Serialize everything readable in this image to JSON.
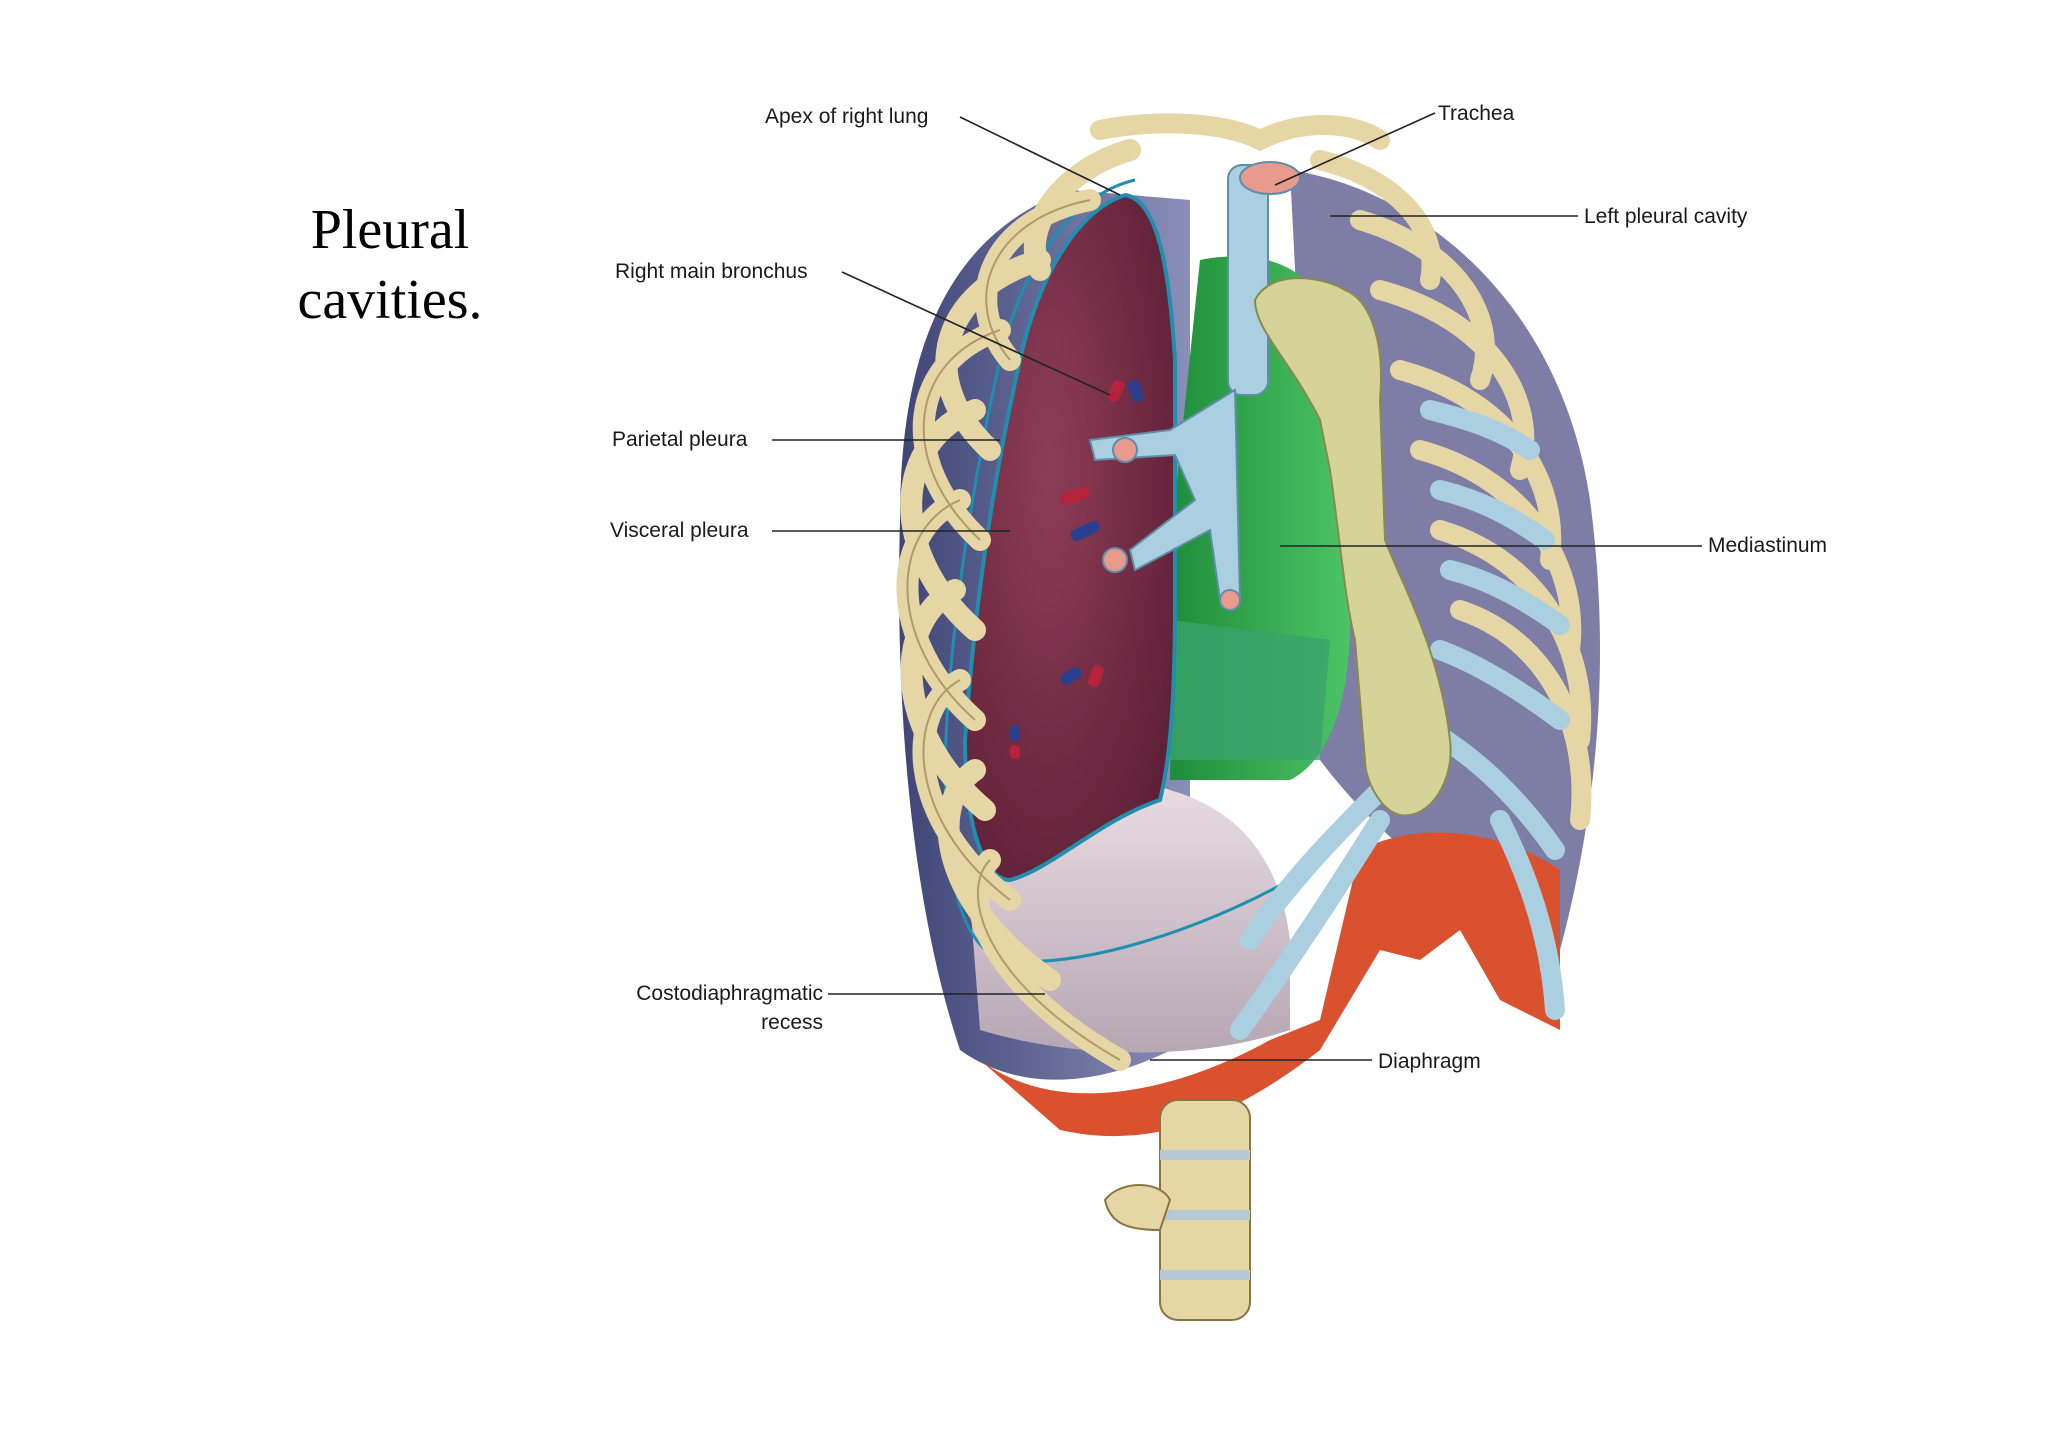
{
  "slide": {
    "title": "Pleural cavities."
  },
  "figure": {
    "labels": {
      "apex": "Apex of right lung",
      "trachea": "Trachea",
      "left_pleural_cavity": "Left pleural cavity",
      "right_main_bronchus": "Right main bronchus",
      "parietal_pleura": "Parietal pleura",
      "visceral_pleura": "Visceral pleura",
      "mediastinum": "Mediastinum",
      "costodiaphragmatic_1": "Costodiaphragmatic",
      "costodiaphragmatic_2": "recess",
      "diaphragm": "Diaphragm"
    },
    "colors": {
      "bone": "#e6d6a6",
      "bone_edge": "#8a7440",
      "lung": "#7a2f48",
      "pleura_line": "#1f8fb0",
      "pleural_space": "#6a6f9a",
      "mediastinum": "#2fa84a",
      "cartilage": "#a9cfe0",
      "diaphragm_muscle": "#d9512e",
      "diaphragm_dome": "#d8c8cf"
    }
  }
}
